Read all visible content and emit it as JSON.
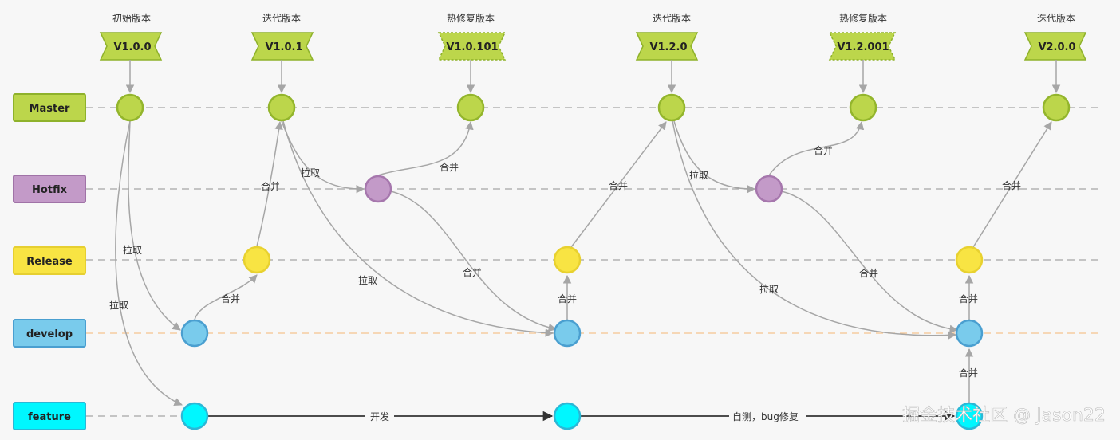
{
  "colors": {
    "master": "#bcd64b",
    "hotfix": "#c39ac8",
    "release": "#f8e443",
    "develop": "#79cbec",
    "feature": "#00f7ff",
    "edge": "#a6a6a6",
    "dev_edge": "#333333"
  },
  "lanes": [
    {
      "id": "master",
      "label": "Master"
    },
    {
      "id": "hotfix",
      "label": "Hotfix"
    },
    {
      "id": "release",
      "label": "Release"
    },
    {
      "id": "develop",
      "label": "develop"
    },
    {
      "id": "feature",
      "label": "feature"
    }
  ],
  "tags": [
    {
      "label": "V1.0.0",
      "caption": "初始版本",
      "style": "solid"
    },
    {
      "label": "V1.0.1",
      "caption": "迭代版本",
      "style": "solid"
    },
    {
      "label": "V1.0.101",
      "caption": "热修复版本",
      "style": "dashed"
    },
    {
      "label": "V1.2.0",
      "caption": "迭代版本",
      "style": "solid"
    },
    {
      "label": "V1.2.001",
      "caption": "热修复版本",
      "style": "dashed"
    },
    {
      "label": "V2.0.0",
      "caption": "迭代版本",
      "style": "solid"
    }
  ],
  "edge_labels": {
    "pull": "拉取",
    "merge": "合并",
    "develop": "开发",
    "selftest": "自测，bug修复"
  },
  "watermark": "掘金技术社区 @ Jason22"
}
